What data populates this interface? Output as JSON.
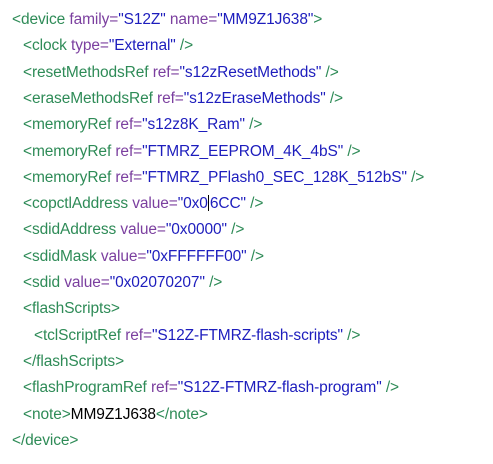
{
  "editor": {
    "lines": [
      {
        "indent": 0,
        "parts": [
          {
            "k": "tag",
            "t": "<device"
          },
          {
            "k": "attr",
            "t": " family="
          },
          {
            "k": "val",
            "t": "\"S12Z\""
          },
          {
            "k": "attr",
            "t": " name="
          },
          {
            "k": "val",
            "t": "\"MM9Z1J638\""
          },
          {
            "k": "tag",
            "t": ">"
          }
        ]
      },
      {
        "indent": 1,
        "parts": [
          {
            "k": "tag",
            "t": "<clock"
          },
          {
            "k": "attr",
            "t": " type="
          },
          {
            "k": "val",
            "t": "\"External\""
          },
          {
            "k": "tag",
            "t": " />"
          }
        ]
      },
      {
        "indent": 1,
        "parts": [
          {
            "k": "tag",
            "t": "<resetMethodsRef"
          },
          {
            "k": "attr",
            "t": " ref="
          },
          {
            "k": "val",
            "t": "\"s12zResetMethods\""
          },
          {
            "k": "tag",
            "t": " />"
          }
        ]
      },
      {
        "indent": 1,
        "parts": [
          {
            "k": "tag",
            "t": "<eraseMethodsRef"
          },
          {
            "k": "attr",
            "t": " ref="
          },
          {
            "k": "val",
            "t": "\"s12zEraseMethods\""
          },
          {
            "k": "tag",
            "t": " />"
          }
        ]
      },
      {
        "indent": 1,
        "parts": [
          {
            "k": "tag",
            "t": "<memoryRef"
          },
          {
            "k": "attr",
            "t": " ref="
          },
          {
            "k": "val",
            "t": "\"s12z8K_Ram\""
          },
          {
            "k": "tag",
            "t": " />"
          }
        ]
      },
      {
        "indent": 1,
        "parts": [
          {
            "k": "tag",
            "t": "<memoryRef"
          },
          {
            "k": "attr",
            "t": " ref="
          },
          {
            "k": "val",
            "t": "\"FTMRZ_EEPROM_4K_4bS\""
          },
          {
            "k": "tag",
            "t": " />"
          }
        ]
      },
      {
        "indent": 1,
        "parts": [
          {
            "k": "tag",
            "t": "<memoryRef"
          },
          {
            "k": "attr",
            "t": " ref="
          },
          {
            "k": "val",
            "t": "\"FTMRZ_PFlash0_SEC_128K_512bS\""
          },
          {
            "k": "tag",
            "t": " />"
          }
        ]
      },
      {
        "indent": 1,
        "parts": [
          {
            "k": "tag",
            "t": "<copctlAddress"
          },
          {
            "k": "attr",
            "t": " value="
          },
          {
            "k": "val",
            "t": "\"0x0"
          },
          {
            "k": "caret",
            "t": ""
          },
          {
            "k": "val",
            "t": "6CC\""
          },
          {
            "k": "tag",
            "t": " />"
          }
        ]
      },
      {
        "indent": 1,
        "parts": [
          {
            "k": "tag",
            "t": "<sdidAddress"
          },
          {
            "k": "attr",
            "t": " value="
          },
          {
            "k": "val",
            "t": "\"0x0000\""
          },
          {
            "k": "tag",
            "t": " />"
          }
        ]
      },
      {
        "indent": 1,
        "parts": [
          {
            "k": "tag",
            "t": "<sdidMask"
          },
          {
            "k": "attr",
            "t": " value="
          },
          {
            "k": "val",
            "t": "\"0xFFFFFF00\""
          },
          {
            "k": "tag",
            "t": " />"
          }
        ]
      },
      {
        "indent": 1,
        "parts": [
          {
            "k": "tag",
            "t": "<sdid"
          },
          {
            "k": "attr",
            "t": " value="
          },
          {
            "k": "val",
            "t": "\"0x02070207\""
          },
          {
            "k": "tag",
            "t": " />"
          }
        ]
      },
      {
        "indent": 1,
        "parts": [
          {
            "k": "tag",
            "t": "<flashScripts>"
          }
        ]
      },
      {
        "indent": 2,
        "parts": [
          {
            "k": "tag",
            "t": "<tclScriptRef"
          },
          {
            "k": "attr",
            "t": " ref="
          },
          {
            "k": "val",
            "t": "\"S12Z-FTMRZ-flash-scripts\""
          },
          {
            "k": "tag",
            "t": " />"
          }
        ]
      },
      {
        "indent": 1,
        "parts": [
          {
            "k": "tag",
            "t": "</flashScripts>"
          }
        ]
      },
      {
        "indent": 1,
        "parts": [
          {
            "k": "tag",
            "t": "<flashProgramRef"
          },
          {
            "k": "attr",
            "t": " ref="
          },
          {
            "k": "val",
            "t": "\"S12Z-FTMRZ-flash-program\""
          },
          {
            "k": "tag",
            "t": " />"
          }
        ]
      },
      {
        "indent": 1,
        "parts": [
          {
            "k": "tag",
            "t": "<note>"
          },
          {
            "k": "txt",
            "t": "MM9Z1J638"
          },
          {
            "k": "tag",
            "t": "</note>"
          }
        ]
      },
      {
        "indent": 0,
        "parts": [
          {
            "k": "tag",
            "t": "</device>"
          }
        ]
      }
    ]
  },
  "colors": {
    "tag": "#2e8b57",
    "attribute": "#7b3f9f",
    "value": "#1d1dbd",
    "text": "#000000",
    "background": "#ffffff"
  }
}
